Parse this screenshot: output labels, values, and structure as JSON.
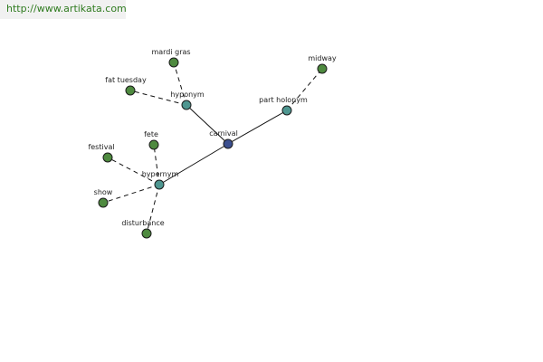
{
  "watermark": {
    "text": "http://www.artikata.com"
  },
  "colors": {
    "root": "#3b4f8f",
    "relation": "#4e9690",
    "leaf": "#4e8a3f",
    "edge": "#111111",
    "watermark_text": "#2f7b1f",
    "watermark_bg": "#f1f1f1"
  },
  "graph": {
    "nodes": [
      {
        "id": "carnival",
        "label": "carnival",
        "kind": "root"
      },
      {
        "id": "hyponym",
        "label": "hyponym",
        "kind": "relation"
      },
      {
        "id": "part-holonym",
        "label": "part holonym",
        "kind": "relation"
      },
      {
        "id": "hypernym",
        "label": "hypernym",
        "kind": "relation"
      },
      {
        "id": "mardi-gras",
        "label": "mardi gras",
        "kind": "leaf"
      },
      {
        "id": "fat-tuesday",
        "label": "fat tuesday",
        "kind": "leaf"
      },
      {
        "id": "midway",
        "label": "midway",
        "kind": "leaf"
      },
      {
        "id": "fete",
        "label": "fete",
        "kind": "leaf"
      },
      {
        "id": "festival",
        "label": "festival",
        "kind": "leaf"
      },
      {
        "id": "show",
        "label": "show",
        "kind": "leaf"
      },
      {
        "id": "disturbance",
        "label": "disturbance",
        "kind": "leaf"
      }
    ],
    "edges": [
      {
        "from": "carnival",
        "to": "hyponym",
        "style": "solid"
      },
      {
        "from": "carnival",
        "to": "part-holonym",
        "style": "solid"
      },
      {
        "from": "carnival",
        "to": "hypernym",
        "style": "solid"
      },
      {
        "from": "hyponym",
        "to": "mardi-gras",
        "style": "dashed"
      },
      {
        "from": "hyponym",
        "to": "fat-tuesday",
        "style": "dashed"
      },
      {
        "from": "part-holonym",
        "to": "midway",
        "style": "dashed"
      },
      {
        "from": "hypernym",
        "to": "fete",
        "style": "dashed"
      },
      {
        "from": "hypernym",
        "to": "festival",
        "style": "dashed"
      },
      {
        "from": "hypernym",
        "to": "show",
        "style": "dashed"
      },
      {
        "from": "hypernym",
        "to": "disturbance",
        "style": "dashed"
      }
    ]
  }
}
